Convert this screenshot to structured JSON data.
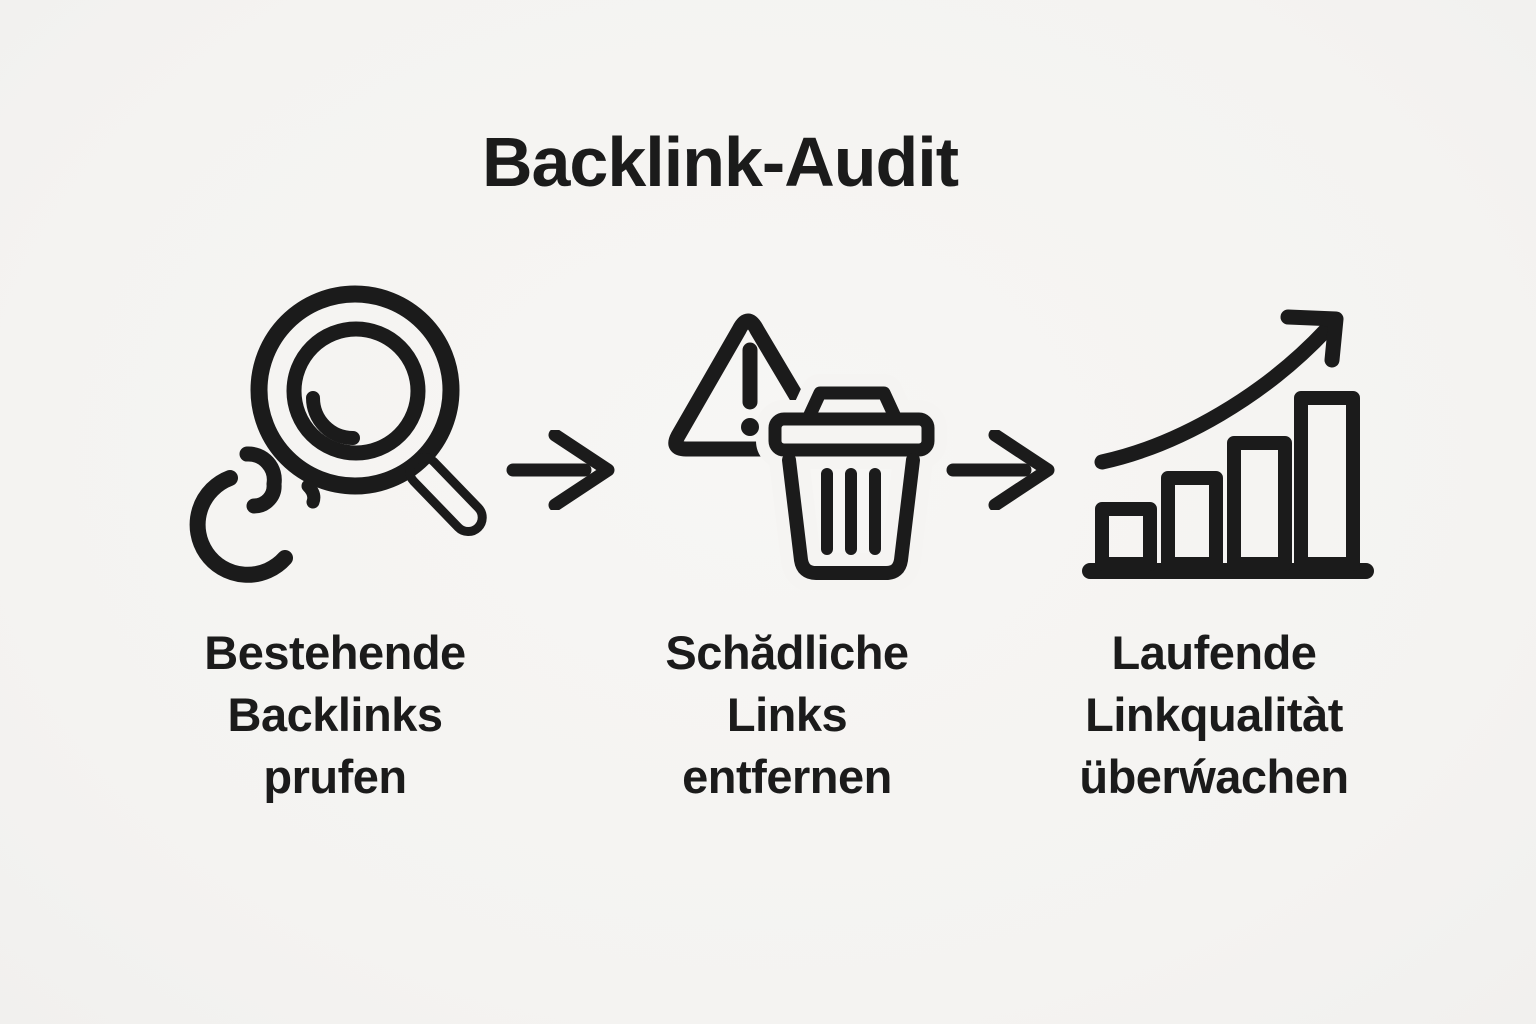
{
  "title": "Backlink-Audit",
  "colors": {
    "background": "#f5f4f2",
    "ink": "#1b1b1b"
  },
  "steps": [
    {
      "icon": "magnifier-broken-link-icon",
      "lines": [
        "Bestehende",
        "Backlinks",
        "prufen"
      ]
    },
    {
      "icon": "warning-trash-icon",
      "lines": [
        "Schădliche",
        "Links",
        "entfernen"
      ]
    },
    {
      "icon": "growth-bar-chart-icon",
      "lines": [
        "Laufende",
        "Linkqualitàt",
        "überẃachen"
      ]
    }
  ],
  "connectors": {
    "count": 2,
    "type": "right-arrow"
  }
}
